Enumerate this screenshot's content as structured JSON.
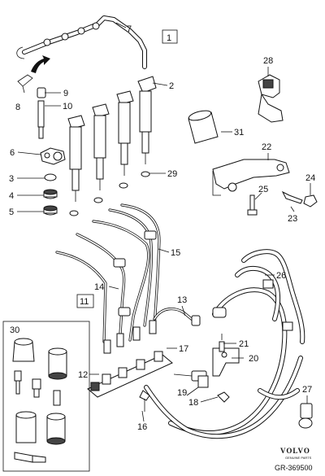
{
  "diagram": {
    "callouts": [
      "1",
      "2",
      "3",
      "4",
      "5",
      "6",
      "7",
      "8",
      "9",
      "10",
      "11",
      "12",
      "13",
      "14",
      "15",
      "16",
      "17",
      "18",
      "19",
      "20",
      "21",
      "22",
      "23",
      "24",
      "25",
      "26",
      "27",
      "28",
      "29",
      "30",
      "31"
    ],
    "boxed_labels": [
      "1",
      "11"
    ],
    "brand": "VOLVO",
    "brand_subtitle": "GENUINE PARTS",
    "reference": "GR-369500"
  }
}
